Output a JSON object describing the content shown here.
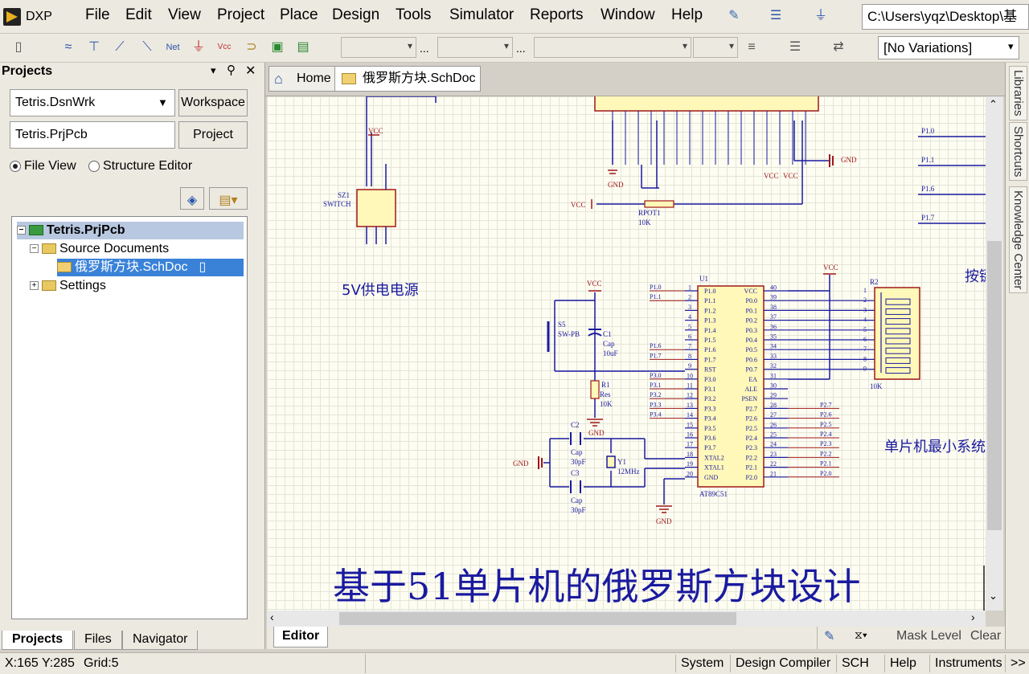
{
  "menubar": {
    "app": "DXP",
    "items": [
      "File",
      "Edit",
      "View",
      "Project",
      "Place",
      "Design",
      "Tools",
      "Simulator",
      "Reports",
      "Window",
      "Help"
    ],
    "path": "C:\\Users\\yqz\\Desktop\\基"
  },
  "toolbar": {
    "variations": "[No Variations]",
    "ellipsis": "..."
  },
  "projects_panel": {
    "title": "Projects",
    "workspace_combo": "Tetris.DsnWrk",
    "workspace_button": "Workspace",
    "project_field": "Tetris.PrjPcb",
    "project_button": "Project",
    "view_file": "File View",
    "view_structure": "Structure Editor",
    "tree": {
      "project": "Tetris.PrjPcb",
      "source_documents": "Source Documents",
      "document": "俄罗斯方块.SchDoc",
      "settings": "Settings"
    },
    "bottom_tabs": [
      "Projects",
      "Files",
      "Navigator"
    ]
  },
  "doc_tabs": {
    "home": "Home",
    "schdoc": "俄罗斯方块.SchDoc"
  },
  "right_tabs": [
    "Libraries",
    "Shortcuts",
    "Knowledge Center"
  ],
  "schematic": {
    "title": "基于51单片机的俄罗斯方块设计",
    "power_label": "5V供电电源",
    "mcu_label": "单片机最小系统",
    "button_label": "按键",
    "switch": {
      "ref": "SZ1",
      "type": "SWITCH"
    },
    "rpot": {
      "ref": "RPOT1",
      "value": "10K"
    },
    "s5": {
      "ref": "S5",
      "type": "SW-PB"
    },
    "c1": {
      "ref": "C1",
      "type": "Cap",
      "value": "10uF"
    },
    "r1": {
      "ref": "R1",
      "type": "Res",
      "value": "10K"
    },
    "c2": {
      "ref": "C2",
      "type": "Cap",
      "value": "30pF"
    },
    "c3": {
      "ref": "C3",
      "type": "Cap",
      "value": "30pF"
    },
    "y1": {
      "ref": "Y1",
      "value": "12MHz"
    },
    "r2": {
      "ref": "R2",
      "value": "10K"
    },
    "u1": {
      "ref": "U1",
      "part": "AT89C51"
    },
    "vcc": "VCC",
    "gnd": "GND",
    "right_nets": [
      "P1.0",
      "P1.1",
      "P1.6",
      "P1.7"
    ],
    "left_pins": [
      {
        "net": "P1.0",
        "num": "1",
        "name": "P1.0"
      },
      {
        "net": "P1.1",
        "num": "2",
        "name": "P1.1"
      },
      {
        "net": "",
        "num": "3",
        "name": "P1.2"
      },
      {
        "net": "",
        "num": "4",
        "name": "P1.3"
      },
      {
        "net": "",
        "num": "5",
        "name": "P1.4"
      },
      {
        "net": "",
        "num": "6",
        "name": "P1.5"
      },
      {
        "net": "P1.6",
        "num": "7",
        "name": "P1.6"
      },
      {
        "net": "P1.7",
        "num": "8",
        "name": "P1.7"
      },
      {
        "net": "",
        "num": "9",
        "name": "RST"
      },
      {
        "net": "P3.0",
        "num": "10",
        "name": "P3.0"
      },
      {
        "net": "P3.1",
        "num": "11",
        "name": "P3.1"
      },
      {
        "net": "P3.2",
        "num": "12",
        "name": "P3.2"
      },
      {
        "net": "P3.3",
        "num": "13",
        "name": "P3.3"
      },
      {
        "net": "P3.4",
        "num": "14",
        "name": "P3.4"
      },
      {
        "net": "",
        "num": "15",
        "name": "P3.5"
      },
      {
        "net": "",
        "num": "16",
        "name": "P3.6"
      },
      {
        "net": "",
        "num": "17",
        "name": "P3.7"
      },
      {
        "net": "",
        "num": "18",
        "name": "XTAL2"
      },
      {
        "net": "",
        "num": "19",
        "name": "XTAL1"
      },
      {
        "net": "",
        "num": "20",
        "name": "GND"
      }
    ],
    "right_pins": [
      {
        "net": "",
        "num": "40",
        "name": "VCC"
      },
      {
        "net": "",
        "num": "39",
        "name": "P0.0"
      },
      {
        "net": "",
        "num": "38",
        "name": "P0.1"
      },
      {
        "net": "",
        "num": "37",
        "name": "P0.2"
      },
      {
        "net": "",
        "num": "36",
        "name": "P0.3"
      },
      {
        "net": "",
        "num": "35",
        "name": "P0.4"
      },
      {
        "net": "",
        "num": "34",
        "name": "P0.5"
      },
      {
        "net": "",
        "num": "33",
        "name": "P0.6"
      },
      {
        "net": "",
        "num": "32",
        "name": "P0.7"
      },
      {
        "net": "",
        "num": "31",
        "name": "EA"
      },
      {
        "net": "",
        "num": "30",
        "name": "ALE"
      },
      {
        "net": "",
        "num": "29",
        "name": "PSEN"
      },
      {
        "net": "P2.7",
        "num": "28",
        "name": "P2.7"
      },
      {
        "net": "P2.6",
        "num": "27",
        "name": "P2.6"
      },
      {
        "net": "P2.5",
        "num": "26",
        "name": "P2.5"
      },
      {
        "net": "P2.4",
        "num": "25",
        "name": "P2.4"
      },
      {
        "net": "P2.3",
        "num": "24",
        "name": "P2.3"
      },
      {
        "net": "P2.2",
        "num": "23",
        "name": "P2.2"
      },
      {
        "net": "P2.1",
        "num": "22",
        "name": "P2.1"
      },
      {
        "net": "P2.0",
        "num": "21",
        "name": "P2.0"
      }
    ],
    "r2_pins": [
      "1",
      "2",
      "3",
      "4",
      "5",
      "6",
      "7",
      "8",
      "9"
    ]
  },
  "editor_bar": {
    "tab": "Editor",
    "mask_level": "Mask Level",
    "clear": "Clear"
  },
  "status": {
    "coords": "X:165 Y:285",
    "grid": "Grid:5",
    "items": [
      "System",
      "Design Compiler",
      "SCH",
      "Help",
      "Instruments"
    ],
    "more": ">>"
  },
  "colors": {
    "wire": "#1a1aa0",
    "component": "#a01818",
    "body": "#fff8b8",
    "canvas": "#fdfdf2",
    "selection": "#3a82d8"
  }
}
